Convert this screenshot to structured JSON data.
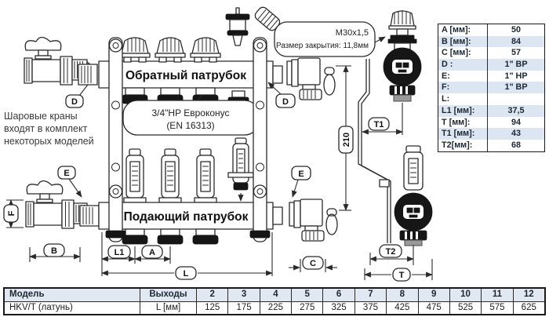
{
  "diagram": {
    "note": {
      "line1": "Шаровые краны",
      "line2": "входят в комплект",
      "line3": "некоторых моделей"
    },
    "return_manifold_label": "Обратный патрубок",
    "supply_manifold_label": "Подающий патрубок",
    "callout_euroconus": {
      "line1": "3/4\"HP Евроконус",
      "line2": "(EN 16313)"
    },
    "callout_m30": {
      "line1": "M30x1,5",
      "line2": "Размер закрытия: 11,8мм"
    },
    "dims": {
      "a": "A",
      "b": "B",
      "c": "C",
      "d": "D",
      "e": "E",
      "f": "F",
      "l": "L",
      "l1": "L1",
      "t": "T",
      "t1": "T1",
      "t2": "T2",
      "v210": "210"
    }
  },
  "spec_table": {
    "rows": [
      {
        "label": "A [мм]:",
        "value": "50"
      },
      {
        "label": "B [мм]:",
        "value": "84"
      },
      {
        "label": "C [мм]:",
        "value": "57"
      },
      {
        "label": "D :",
        "value": "1\" BP"
      },
      {
        "label": "E:",
        "value": "1\" HP"
      },
      {
        "label": "F:",
        "value": "1\" BP"
      },
      {
        "label": "L:",
        "value": ""
      },
      {
        "label": "L1 [мм]:",
        "value": "37,5"
      },
      {
        "label": "T [мм]:",
        "value": "94"
      },
      {
        "label": "T1 [мм]:",
        "value": "43"
      },
      {
        "label": "T2[мм]:",
        "value": "68"
      }
    ]
  },
  "model_table": {
    "headers": [
      "Модель",
      "Выходы",
      "2",
      "3",
      "4",
      "5",
      "6",
      "7",
      "8",
      "9",
      "10",
      "11",
      "12"
    ],
    "rows": [
      [
        "HKV/T (латунь)",
        "L [мм]",
        "125",
        "175",
        "225",
        "275",
        "325",
        "375",
        "425",
        "475",
        "525",
        "575",
        "625"
      ]
    ]
  },
  "colors": {
    "row_alt": "#dce6f2",
    "header_bg": "#e2e8f1",
    "line": "#2a2a2a"
  }
}
